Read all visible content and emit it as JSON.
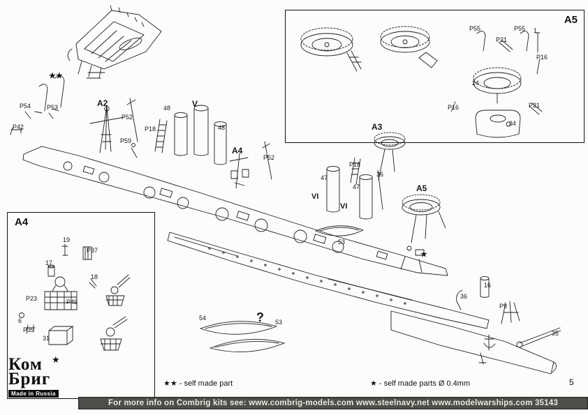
{
  "page": {
    "number": "5"
  },
  "footer": {
    "text": "For more info on Combrig kits see: www.combrig-models.com www.steelnavy.net  www.modelwarships.com  35143"
  },
  "logo": {
    "line1": "Ком",
    "line2": "Бриг",
    "star": "★",
    "made_in": "Made in Russia"
  },
  "legend": {
    "self_made": "★★ - self made part",
    "self_made_04": "★ - self made parts Ø 0.4mm"
  },
  "insets": {
    "a5_title": "A5",
    "a4_title": "A4"
  },
  "part_labels": [
    {
      "t": "★★"
    },
    {
      "t": "P54"
    },
    {
      "t": "P53"
    },
    {
      "t": "P42"
    },
    {
      "t": "A2"
    },
    {
      "t": "P52"
    },
    {
      "t": "P59"
    },
    {
      "t": "P18"
    },
    {
      "t": "48"
    },
    {
      "t": "V"
    },
    {
      "t": "48"
    },
    {
      "t": "A4"
    },
    {
      "t": "P52"
    },
    {
      "t": "A3"
    },
    {
      "t": "P18"
    },
    {
      "t": "36"
    },
    {
      "t": "47"
    },
    {
      "t": "VI"
    },
    {
      "t": "47"
    },
    {
      "t": "VI"
    },
    {
      "t": "A5"
    },
    {
      "t": "★"
    },
    {
      "t": "53"
    },
    {
      "t": "54"
    },
    {
      "t": "?"
    },
    {
      "t": "53"
    },
    {
      "t": "16"
    },
    {
      "t": "36"
    },
    {
      "t": "P9"
    },
    {
      "t": "35"
    },
    {
      "t": "P55"
    },
    {
      "t": "P55"
    },
    {
      "t": "1"
    },
    {
      "t": "P21"
    },
    {
      "t": "P16"
    },
    {
      "t": "24"
    },
    {
      "t": "P16"
    },
    {
      "t": "P21"
    },
    {
      "t": "34"
    },
    {
      "t": "19"
    },
    {
      "t": "P37"
    },
    {
      "t": "17"
    },
    {
      "t": "18"
    },
    {
      "t": "P23"
    },
    {
      "t": "P49"
    },
    {
      "t": "6"
    },
    {
      "t": "P35"
    },
    {
      "t": "31"
    }
  ]
}
